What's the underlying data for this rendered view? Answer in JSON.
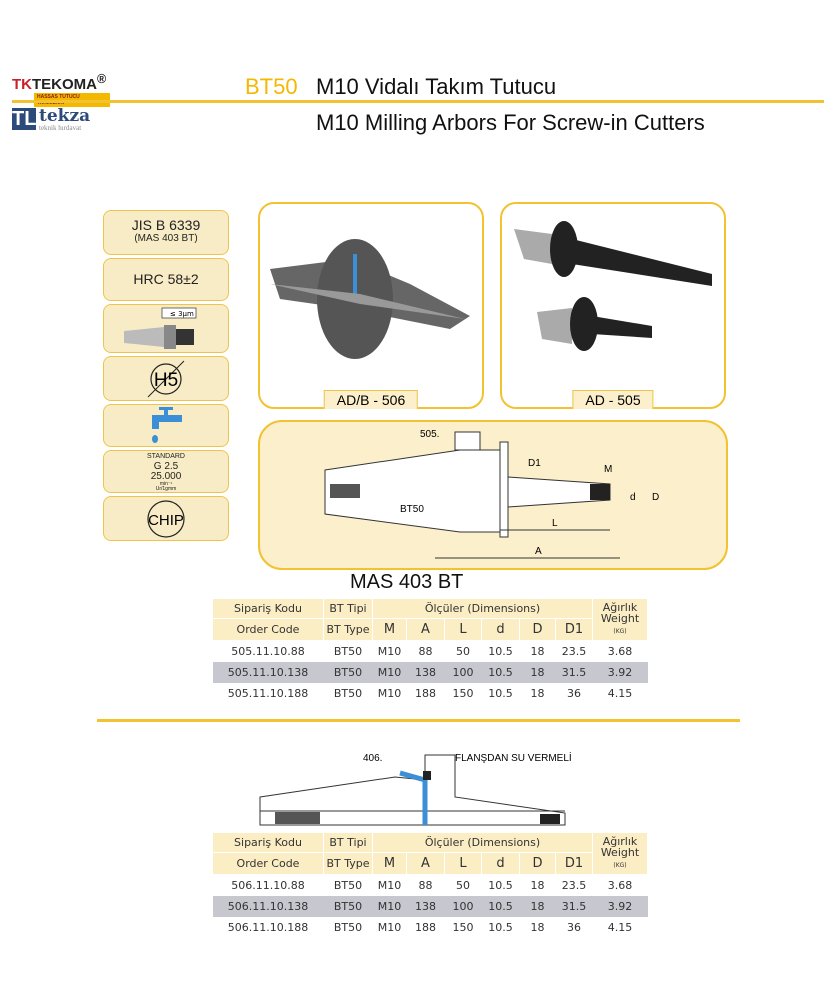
{
  "header": {
    "brand1": "TEKOMA",
    "brand1_mark": "TK",
    "brand1_tagline": "HASSAS TUTUCU TAKIMLARI",
    "brand2": "tekza",
    "brand2_mark": "TL",
    "brand2_tagline": "teknik hırdavat",
    "series": "BT50",
    "title_tr": "M10 Vidalı Takım Tutucu",
    "title_en": "M10 Milling Arbors For Screw-in Cutters"
  },
  "features": {
    "standard": "JIS B 6339",
    "standard_sub": "(MAS 403 BT)",
    "hardness": "HRC 58±2",
    "runout": "≤ 3µm",
    "tolerance": "H5",
    "balance_label": "STANDARD",
    "balance_grade": "G 2.5",
    "balance_rpm": "25.000",
    "balance_unit1": "min⁻¹",
    "balance_unit2": "Ur/1gmm",
    "chip": "CHIP"
  },
  "photos": [
    {
      "caption": "AD/B - 506"
    },
    {
      "caption": "AD  - 505"
    }
  ],
  "drawing1": {
    "ref": "505.",
    "type": "BT50",
    "labels": {
      "D1": "D1",
      "M": "M",
      "d": "d",
      "D": "D",
      "L": "L",
      "A": "A"
    }
  },
  "section_title": "MAS 403 BT",
  "drawing2": {
    "ref": "406.",
    "note": "FLANŞDAN SU VERMELİ"
  },
  "table_header": {
    "code_tr": "Sipariş Kodu",
    "code_en": "Order Code",
    "type_tr": "BT Tipi",
    "type_en": "BT Type",
    "dims": "Ölçüler (Dimensions)",
    "cols": [
      "M",
      "A",
      "L",
      "d",
      "D",
      "D1"
    ],
    "weight_tr": "Ağırlık",
    "weight_en": "Weight",
    "weight_unit": "(KG)"
  },
  "table1": [
    [
      "505.11.10.88",
      "BT50",
      "M10",
      "88",
      "50",
      "10.5",
      "18",
      "23.5",
      "3.68"
    ],
    [
      "505.11.10.138",
      "BT50",
      "M10",
      "138",
      "100",
      "10.5",
      "18",
      "31.5",
      "3.92"
    ],
    [
      "505.11.10.188",
      "BT50",
      "M10",
      "188",
      "150",
      "10.5",
      "18",
      "36",
      "4.15"
    ]
  ],
  "table2": [
    [
      "506.11.10.88",
      "BT50",
      "M10",
      "88",
      "50",
      "10.5",
      "18",
      "23.5",
      "3.68"
    ],
    [
      "506.11.10.138",
      "BT50",
      "M10",
      "138",
      "100",
      "10.5",
      "18",
      "31.5",
      "3.92"
    ],
    [
      "506.11.10.188",
      "BT50",
      "M10",
      "188",
      "150",
      "10.5",
      "18",
      "36",
      "4.15"
    ]
  ],
  "colors": {
    "accent": "#f2c230",
    "orange": "#f5b800",
    "panel": "#f8ecc6",
    "row_alt": "#c7c7cf",
    "water": "#3a8fd6"
  }
}
